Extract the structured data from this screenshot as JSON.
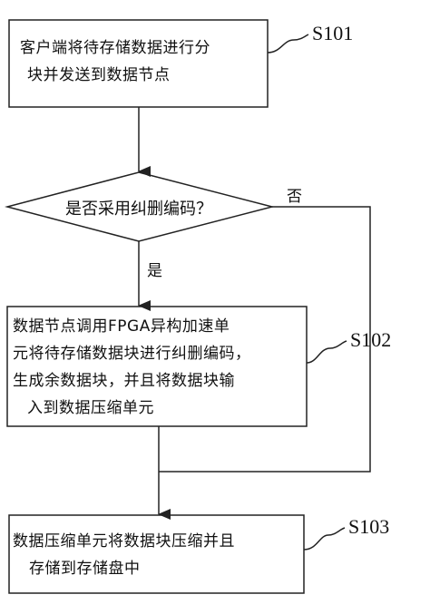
{
  "steps": [
    {
      "id": "S101",
      "text_lines": [
        "客户端将待存储数据进行分",
        "块并发送到数据节点"
      ]
    },
    {
      "id": "S102",
      "text_lines": [
        "数据节点调用FPGA异构加速单",
        "元将待存储数据块进行纠删编码，",
        "生成余数据块，并且将数据块输",
        "入到数据压缩单元"
      ]
    },
    {
      "id": "S103",
      "text_lines": [
        "数据压缩单元将数据块压缩并且",
        "存储到存储盘中"
      ]
    }
  ],
  "decision": {
    "text": "是否采用纠删编码？",
    "yes_label": "是",
    "no_label": "否"
  },
  "colors": {
    "line": "#222222",
    "background": "#ffffff"
  }
}
